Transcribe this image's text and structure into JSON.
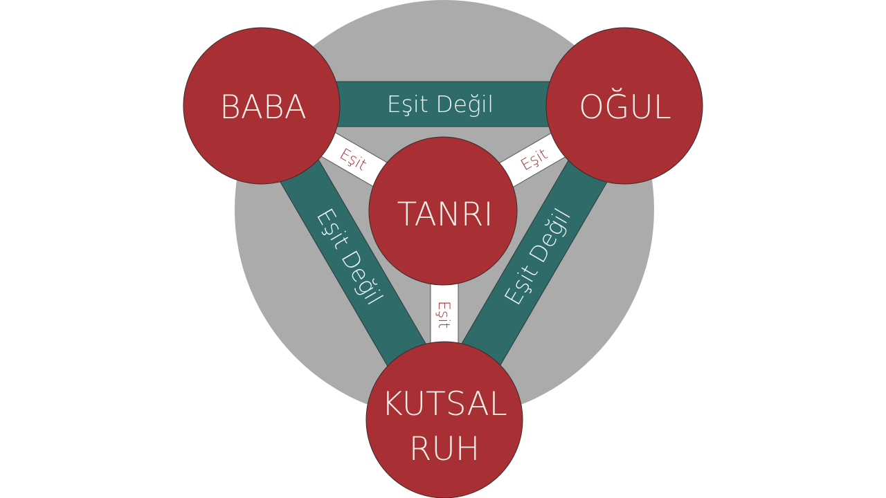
{
  "diagram": {
    "title": "",
    "colors": {
      "background_disc": "#ababab",
      "node_fill": "#a83035",
      "node_text": "#fbf1ea",
      "not_equal_band": "#2f6b68",
      "not_equal_text": "#eef6f5",
      "equal_bar": "#ffffff",
      "equal_text": "#a83035",
      "outline": "#3a2a2a"
    },
    "nodes": {
      "father": {
        "label": "BABA"
      },
      "son": {
        "label": "OĞUL"
      },
      "god": {
        "label": "TANRI"
      },
      "holy_spirit": {
        "label_line1": "KUTSAL",
        "label_line2": "RUH"
      }
    },
    "relations": {
      "father_son": "Eşit Değil",
      "father_spirit": "Eşit Değil",
      "son_spirit": "Eşit Değil",
      "father_god": "Eşit",
      "son_god": "Eşit",
      "spirit_god": "Eşit"
    }
  }
}
